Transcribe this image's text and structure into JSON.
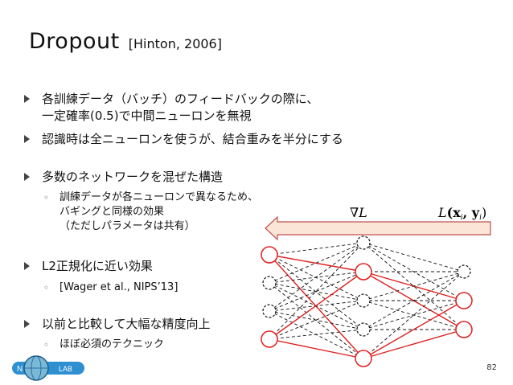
{
  "slide": {
    "title": "Dropout",
    "title_ref": "[Hinton, 2006]",
    "page_number": "82"
  },
  "bullets": [
    {
      "lines": [
        "各訓練データ（バッチ）のフィードバックの際に、",
        "一定確率(0.5)で中間ニューロンを無視"
      ]
    },
    {
      "lines": [
        "認識時は全ニューロンを使うが、結合重みを半分にする"
      ]
    },
    {
      "lines": [
        "多数のネットワークを混ぜた構造"
      ],
      "sub": {
        "lines": [
          "訓練データが各ニューロンで異なるため、",
          "バギングと同様の効果",
          "（ただしパラメータは共有）"
        ]
      }
    },
    {
      "lines": [
        "L2正規化に近い効果"
      ],
      "sub": {
        "lines": [
          "[Wager et al., NIPS’13]"
        ]
      }
    },
    {
      "lines": [
        "以前と比較して大幅な精度向上"
      ],
      "sub": {
        "lines": [
          "ほぼ必須のテクニック"
        ]
      }
    }
  ],
  "diagram": {
    "gradient_label": "∇L",
    "loss_label_L": "L",
    "loss_label_args": "(x",
    "loss_label_i1": "i",
    "loss_label_sep": ", y",
    "loss_label_i2": "i",
    "loss_label_close": ")",
    "colors": {
      "arrow_fill": "#fbe5d6",
      "arrow_stroke": "#c0504d",
      "active": "#e02020",
      "inactive": "#111111"
    }
  },
  "logo": {
    "left_letter": "N",
    "right_text": "LAB",
    "colors": {
      "band": "#2e8fd1",
      "globe": "#7ab8d8"
    }
  }
}
